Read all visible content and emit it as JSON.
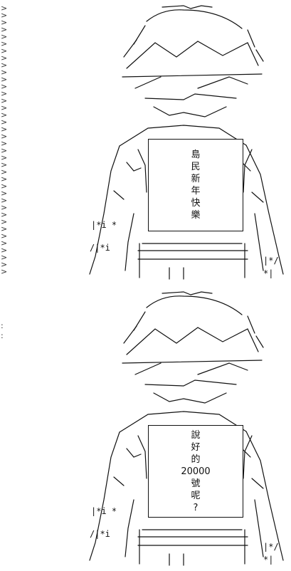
{
  "gutter": {
    "glyph": ">",
    "dot_glyph": ":",
    "count": 38
  },
  "panels": [
    {
      "sign_lines": [
        "島",
        "民",
        "新",
        "年",
        "快",
        "樂"
      ]
    },
    {
      "sign_lines": [
        "說",
        "好",
        "的",
        "20000",
        "號",
        "呢",
        "?"
      ]
    }
  ]
}
